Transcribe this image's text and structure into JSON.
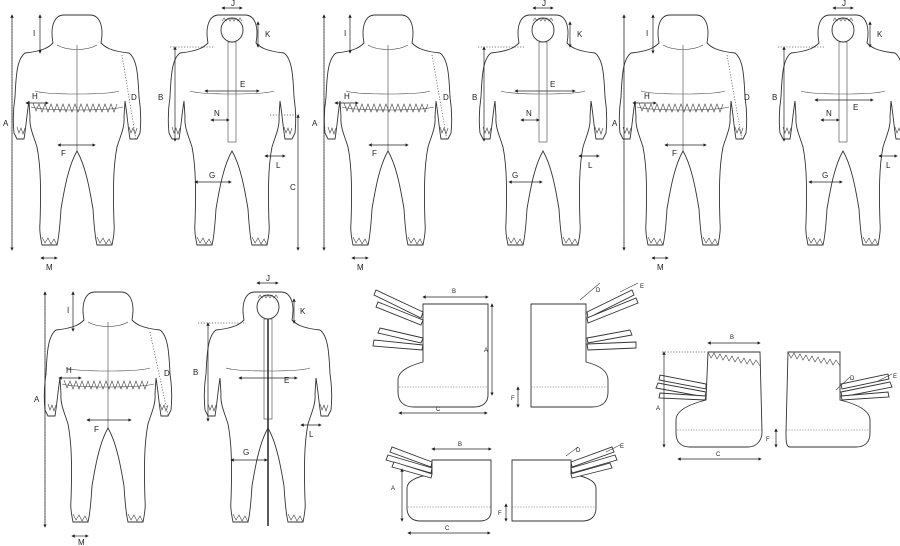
{
  "labels": {
    "A": "A",
    "B": "B",
    "C": "C",
    "D": "D",
    "E": "E",
    "F": "F",
    "G": "G",
    "H": "H",
    "I": "I",
    "J": "J",
    "K": "K",
    "L": "L",
    "M": "M",
    "N": "N"
  },
  "colors": {
    "stroke": "#333333",
    "background": "#ffffff"
  }
}
